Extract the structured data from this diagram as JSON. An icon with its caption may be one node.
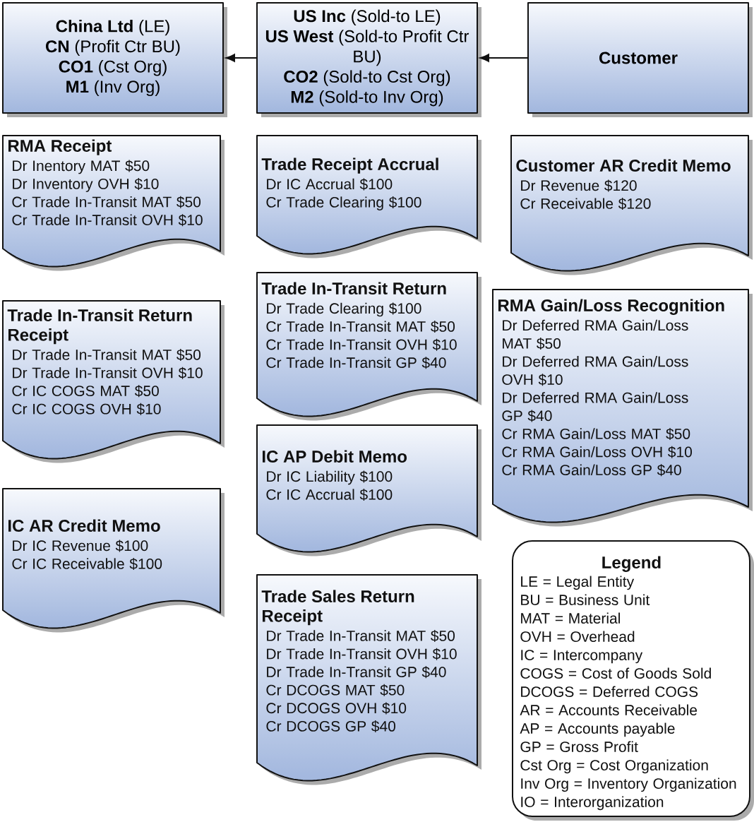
{
  "diagram": {
    "nodes": [
      {
        "text": [
          "**China Ltd** (LE)",
          "**CN** (Profit Ctr BU)",
          "**CO1** (Cst Org)",
          "**M1** (Inv Org)"
        ]
      },
      {
        "text": [
          "**US Inc** (Sold-to LE)",
          "**US West** (Sold-to Profit Ctr BU)",
          "**CO2** (Sold-to Cst Org)",
          "**M2** (Sold-to Inv Org)"
        ]
      },
      {
        "text": [
          "Customer"
        ]
      },
      {
        "text": [
          "RMA Receipt",
          "Dr Inentory MAT $50",
          "Dr Inventory OVH $10",
          "Cr Trade In-Transit MAT $50",
          "Cr Trade In-Transit OVH $10"
        ]
      },
      {
        "text": [
          "Trade In-Transit Return Receipt",
          "Dr Trade In-Transit MAT $50",
          "Dr Trade In-Transit OVH $10",
          "Cr IC COGS MAT $50",
          "Cr IC COGS OVH $10"
        ]
      },
      {
        "text": [
          "IC AR Credit Memo",
          "Dr IC Revenue $100",
          "Cr IC Receivable $100"
        ]
      },
      {
        "text": [
          "Trade Receipt Accrual",
          "Dr IC Accrual $100",
          "Cr Trade Clearing $100"
        ]
      },
      {
        "text": [
          "Trade In-Transit Return",
          "Dr Trade Clearing $100",
          "Cr Trade In-Transit MAT $50",
          "Cr Trade In-Transit OVH $10",
          "Cr Trade In-Transit GP $40"
        ]
      },
      {
        "text": [
          "IC AP Debit Memo",
          "Dr IC Liability $100",
          "Cr IC Accrual $100"
        ]
      },
      {
        "text": [
          "Trade Sales Return Receipt",
          "Dr Trade In-Transit MAT $50",
          "Dr Trade In-Transit OVH $10",
          "Dr Trade In-Transit GP $40",
          "Cr DCOGS MAT $50",
          "Cr DCOGS OVH $10",
          "Cr DCOGS GP $40"
        ]
      },
      {
        "text": [
          "Customer AR Credit Memo",
          "Dr Revenue $120",
          "Cr Receivable $120"
        ]
      },
      {
        "text": [
          "RMA Gain/Loss Recognition",
          "Dr Deferred RMA Gain/Loss MAT $50",
          "Dr Deferred RMA Gain/Loss OVH $10",
          "Dr Deferred RMA Gain/Loss GP $40",
          "Cr RMA Gain/Loss MAT $50",
          "Cr RMA Gain/Loss OVH $10",
          "Cr RMA Gain/Loss GP $40"
        ]
      },
      {
        "text": [
          "Legend",
          "LE = Legal Entity",
          "BU = Business Unit",
          "MAT = Material",
          "OVH = Overhead",
          "IC = Intercompany",
          "COGS = Cost of Goods Sold",
          "DCOGS = Deferred COGS",
          "AR = Accounts Receivable",
          "AP = Accounts payable",
          "GP = Gross Profit",
          "Cst Org = Cost Organization",
          "Inv Org = Inventory Organization",
          "IO = Interorganization"
        ]
      }
    ],
    "edges": [
      {
        "from": 2,
        "to": 1,
        "arrow": "to"
      },
      {
        "from": 1,
        "to": 0,
        "arrow": "to"
      }
    ]
  }
}
